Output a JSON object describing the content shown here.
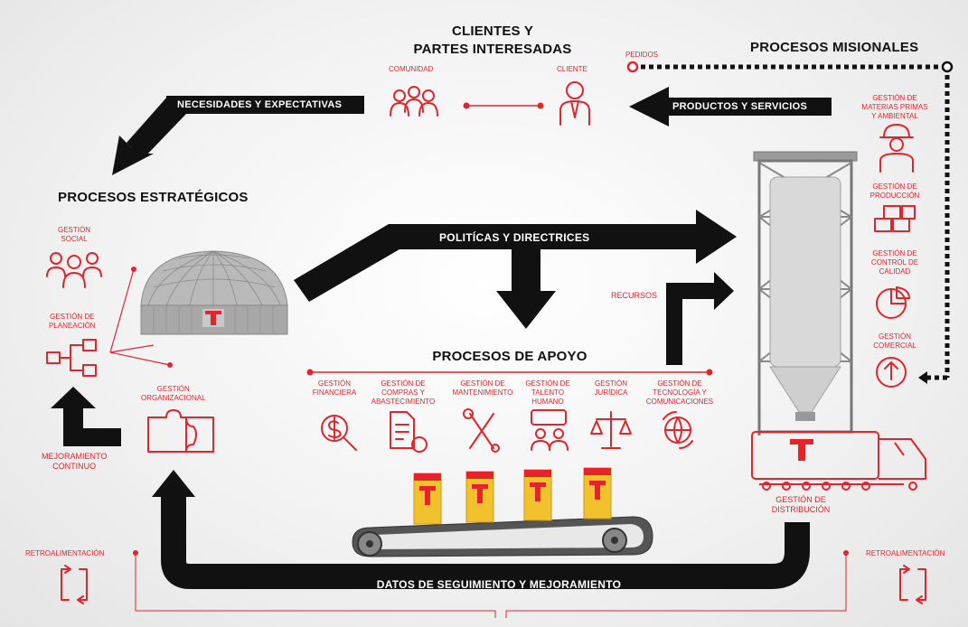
{
  "header": {
    "clients_line1": "CLIENTES Y",
    "clients_line2": "PARTES INTERESADAS",
    "community": "COMUNIDAD",
    "client": "CLIENTE",
    "orders": "PEDIDOS",
    "mission_title": "PROCESOS MISIONALES"
  },
  "arrows": {
    "needs": "NECESIDADES Y EXPECTATIVAS",
    "products": "PRODUCTOS Y SERVICIOS",
    "policies": "POLITÍCAS Y DIRECTRICES",
    "resources": "RECURSOS",
    "tracking": "DATOS DE SEGUIMIENTO Y MEJORAMIENTO"
  },
  "strategic": {
    "title": "PROCESOS ESTRATÉGICOS",
    "social_line1": "GESTIÓN",
    "social_line2": "SOCIAL",
    "planning_line1": "GESTIÓN DE",
    "planning_line2": "PLANEACIÓN",
    "org_line1": "GESTIÓN",
    "org_line2": "ORGANIZACIONAL",
    "improvement_line1": "MEJORAMIENTO",
    "improvement_line2": "CONTINUO"
  },
  "support": {
    "title": "PROCESOS DE APOYO",
    "items": [
      {
        "line1": "GESTIÓN",
        "line2": "FINANCIERA",
        "line3": ""
      },
      {
        "line1": "GESTIÓN DE",
        "line2": "COMPRAS Y",
        "line3": "ABASTECIMIENTO"
      },
      {
        "line1": "GESTIÓN DE",
        "line2": "MANTENIMIENTO",
        "line3": ""
      },
      {
        "line1": "GESTIÓN DE",
        "line2": "TALENTO",
        "line3": "HUMANO"
      },
      {
        "line1": "GESTIÓN",
        "line2": "JURÍDICA",
        "line3": ""
      },
      {
        "line1": "GESTIÓN DE",
        "line2": "TECNOLOGÍA Y",
        "line3": "COMUNICACIONES"
      }
    ]
  },
  "mission": {
    "items": [
      {
        "line1": "GESTIÓN DE",
        "line2": "MATERIAS PRIMAS",
        "line3": "Y AMBIENTAL"
      },
      {
        "line1": "GESTIÓN DE",
        "line2": "PRODUCCIÓN",
        "line3": ""
      },
      {
        "line1": "GESTIÓN DE",
        "line2": "CONTROL DE",
        "line3": "CALIDAD"
      },
      {
        "line1": "GESTIÓN",
        "line2": "COMERCIAL",
        "line3": ""
      }
    ],
    "distribution_line1": "GESTIÓN DE",
    "distribution_line2": "DISTRIBUCIÓN"
  },
  "feedback": {
    "left": "RETROALIMENTACIÓN",
    "right": "RETROALIMENTACIÓN"
  },
  "brand": {
    "logo_letter": "T",
    "red": "#e5232b",
    "black": "#111111"
  }
}
